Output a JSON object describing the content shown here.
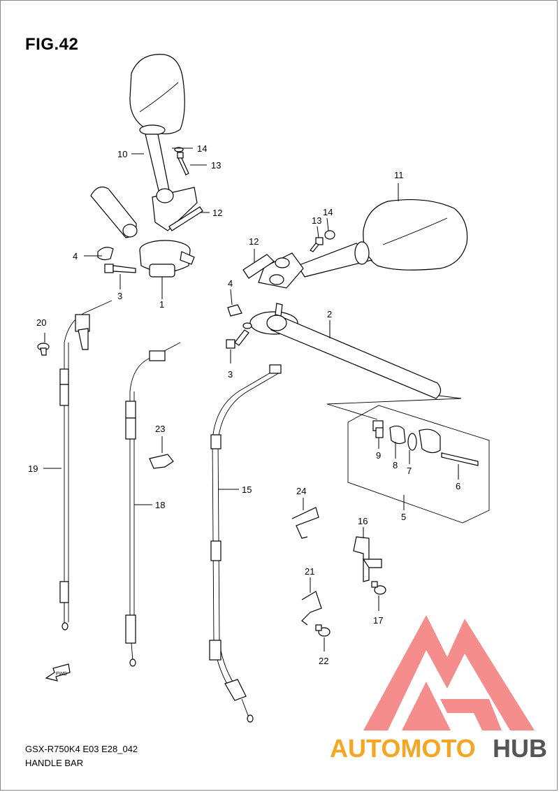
{
  "figure": {
    "title": "FIG.42",
    "model_code": "GSX-R750K4 E03 E28_042",
    "section_name": "HANDLE BAR"
  },
  "labels": {
    "p1": "1",
    "p2": "2",
    "p3a": "3",
    "p3b": "3",
    "p4a": "4",
    "p4b": "4",
    "p5": "5",
    "p6": "6",
    "p7": "7",
    "p8": "8",
    "p9": "9",
    "p10": "10",
    "p11": "11",
    "p12a": "12",
    "p12b": "12",
    "p13a": "13",
    "p13b": "13",
    "p14a": "14",
    "p14b": "14",
    "p15": "15",
    "p16": "16",
    "p17": "17",
    "p18": "18",
    "p19": "19",
    "p20": "20",
    "p21": "21",
    "p22": "22",
    "p23": "23",
    "p24": "24"
  },
  "fwd_arrow": {
    "text": "FWD"
  },
  "watermark": {
    "part_a": "AUTOMOTO",
    "part_b": "HUB",
    "color_a": "#f5a623",
    "color_b": "#555555",
    "logo_color": "#f47a7a"
  }
}
